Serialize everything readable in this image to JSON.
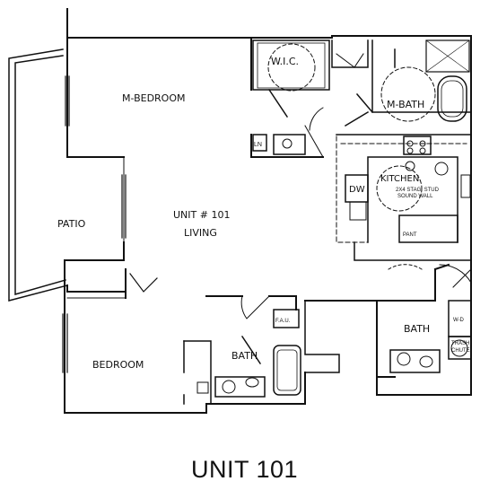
{
  "title": "UNIT 101",
  "rooms": {
    "master_closet": "W.I.C.",
    "master_bedroom": "M-BEDROOM",
    "master_bath": "M-BATH",
    "kitchen": "KITCHEN",
    "dishwasher": "DW",
    "stud_note_line1": "2X4 STAG. STUD",
    "stud_note_line2": "SOUND WALL",
    "pantry": "PANT",
    "unit_number": "UNIT # 101",
    "living": "LIVING",
    "patio": "PATIO",
    "bedroom": "BEDROOM",
    "bath": "BATH",
    "bath2": "BATH",
    "washer_dryer": "W-D",
    "trash_chute_line1": "TRASH",
    "trash_chute_line2": "CHUTE",
    "linen": "LN",
    "fau": "F.A.U."
  }
}
